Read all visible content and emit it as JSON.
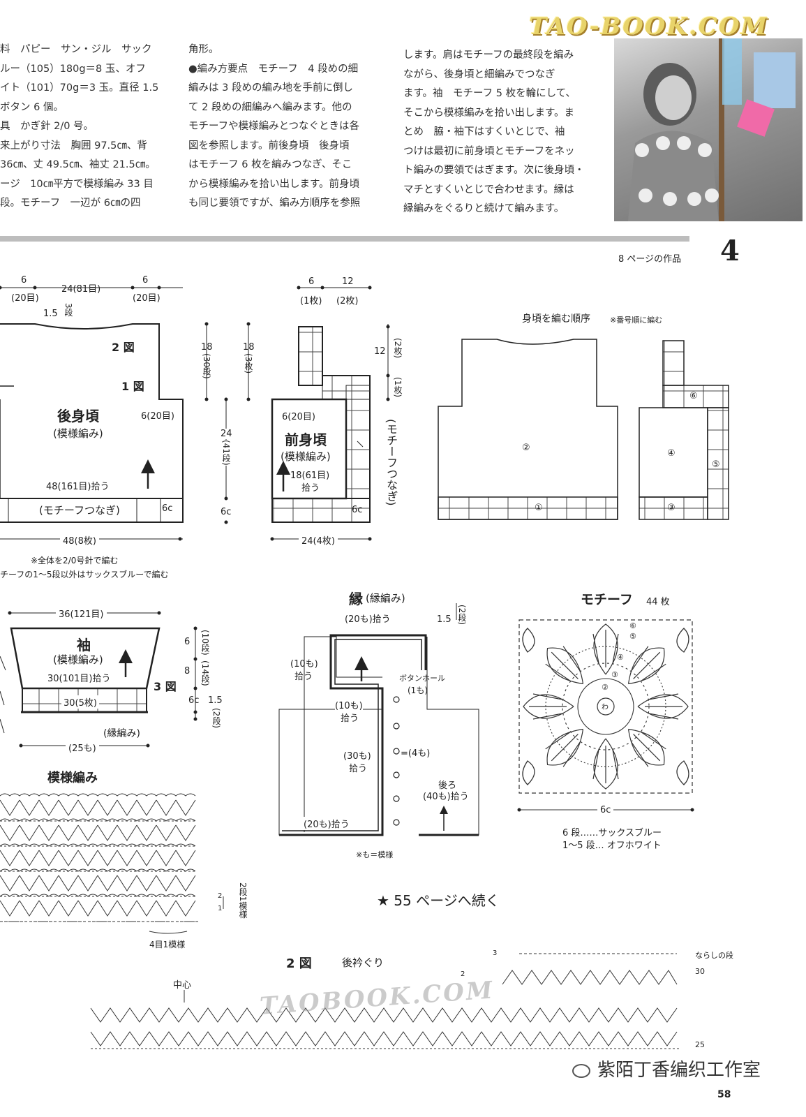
{
  "watermark": {
    "logo_top": "TAO-BOOK.COM",
    "logo_mid": "TAOBOOK.COM",
    "footer": "紫陌丁香编织工作室"
  },
  "text": {
    "col1": [
      "料　パピー　サン・ジル　サック",
      "ルー（105）180g＝8 玉、オフ",
      "イト（101）70g＝3 玉。直径 1.5",
      "ボタン 6 個。",
      "具　かぎ針 2/0 号。",
      "来上がり寸法　胸囲 97.5㎝、背",
      "36㎝、丈 49.5㎝、袖丈 21.5㎝。",
      "ージ　10㎝平方で模様編み 33 目",
      "段。モチーフ　一辺が 6㎝の四"
    ],
    "col2": [
      "角形。",
      "●編み方要点　モチーフ　4 段めの細",
      "編みは 3 段めの編み地を手前に倒し",
      "て 2 段めの細編みへ編みます。他の",
      "モチーフや模様編みとつなぐときは各",
      "図を参照します。前後身頃　後身頃",
      "はモチーフ 6 枚を編みつなぎ、そこ",
      "から模様編みを拾い出します。前身頃",
      "も同じ要領ですが、編み方順序を参照"
    ],
    "col3": [
      "します。肩はモチーフの最終段を編み",
      "ながら、後身頃と細編みでつなぎ",
      "ます。袖　モチーフ 5 枚を輪にして、",
      "そこから模様編みを拾い出します。ま",
      "とめ　脇・袖下はすくいとじで、袖",
      "つけは最初に前身頃とモチーフをネッ",
      "ト編みの要領ではぎます。次に後身頃・",
      "マチとすくいとじで合わせます。縁は",
      "縁編みをぐるりと続けて編みます。"
    ]
  },
  "header": {
    "page_ref": "8 ページの作品",
    "pattern_no": "4"
  },
  "back": {
    "w1": "6",
    "w1s": "(20目)",
    "w2": "24(81目)",
    "w3": "6",
    "w3s": "(20目)",
    "neck": "1.5",
    "neck_r": "3段",
    "fig2": "2 図",
    "fig1": "1 図",
    "title": "後身頃",
    "sub": "(模様編み)",
    "side": "6(20目)",
    "pick": "48(161目)拾う",
    "motif": "(モチーフつなぎ)",
    "m6c": "6c",
    "bottom": "48(8枚)",
    "h1": "18",
    "h1s": "(30段)",
    "h2": "18",
    "h2s": "(3枚)",
    "h3": "24",
    "h3s": "(41段)",
    "h4": "6c",
    "note1": "※全体を2/0号針で編む",
    "note2": "チーフの1〜5段以外はサックスブルーで編む"
  },
  "front": {
    "w1": "6",
    "w1s": "(1枚)",
    "w2": "12",
    "w2s": "(2枚)",
    "h1": "12",
    "h1s": "(2枚)",
    "h2s": "(1枚)",
    "inner": "6(20目)",
    "title": "前身頃",
    "sub": "(模様編み)",
    "pick": "18(61目)",
    "pick2": "拾う",
    "m6c": "6c",
    "side_note": "(モチーフつなぎ)",
    "bottom": "24(4枚)"
  },
  "order": {
    "title": "身頃を編む順序",
    "note": "※番号順に編む",
    "n1": "①",
    "n2": "②",
    "n3": "③",
    "n4": "④",
    "n5": "⑤",
    "n6": "⑥"
  },
  "sleeve": {
    "top": "36(121目)",
    "title": "袖",
    "sub": "(模様編み)",
    "pick": "30(101目)拾う",
    "fig3": "3 図",
    "motif": "30(5枚)",
    "edge": "(縁編み)",
    "bottom": "(25も)",
    "d1": "6",
    "d1s": "(10段)",
    "d2": "8",
    "d2s": "(14段)",
    "d3": "6c",
    "d4": "1.5",
    "d4s": "(2段)"
  },
  "border": {
    "title": "縁",
    "sub": "(縁編み)",
    "top": "(20も)拾う",
    "neck": "1.5",
    "neck_s": "(2段)",
    "left1": "(10も)",
    "left1b": "拾う",
    "bh": "ボタンホール",
    "bh_s": "(1も)",
    "l2": "(10も)",
    "l2b": "拾う",
    "l3": "(30も)",
    "l3b": "拾う",
    "eq": "=(4も)",
    "back": "後ろ",
    "back_s": "(40も)拾う",
    "bottom": "(20も)拾う",
    "note": "※も＝模様"
  },
  "motif": {
    "title": "モチーフ",
    "count": "44 枚",
    "size": "6c",
    "r6": "6 段……サックスブルー",
    "r15": "1〜5 段… オフホワイト",
    "rnds": [
      "⑥",
      "⑤",
      "④",
      "③",
      "②",
      "わ"
    ]
  },
  "pattern": {
    "title": "模様編み",
    "rep": "4目1模様",
    "rows": "2段1模様",
    "r2": "2",
    "r1": "1"
  },
  "continue": "★ 55 ページへ続く",
  "fig2": {
    "title": "2 図",
    "sub": "後衿ぐり",
    "center": "中心",
    "n3": "3",
    "n2": "2",
    "smooth": "ならしの段",
    "r30": "30",
    "r25": "25"
  },
  "page_number": "58"
}
